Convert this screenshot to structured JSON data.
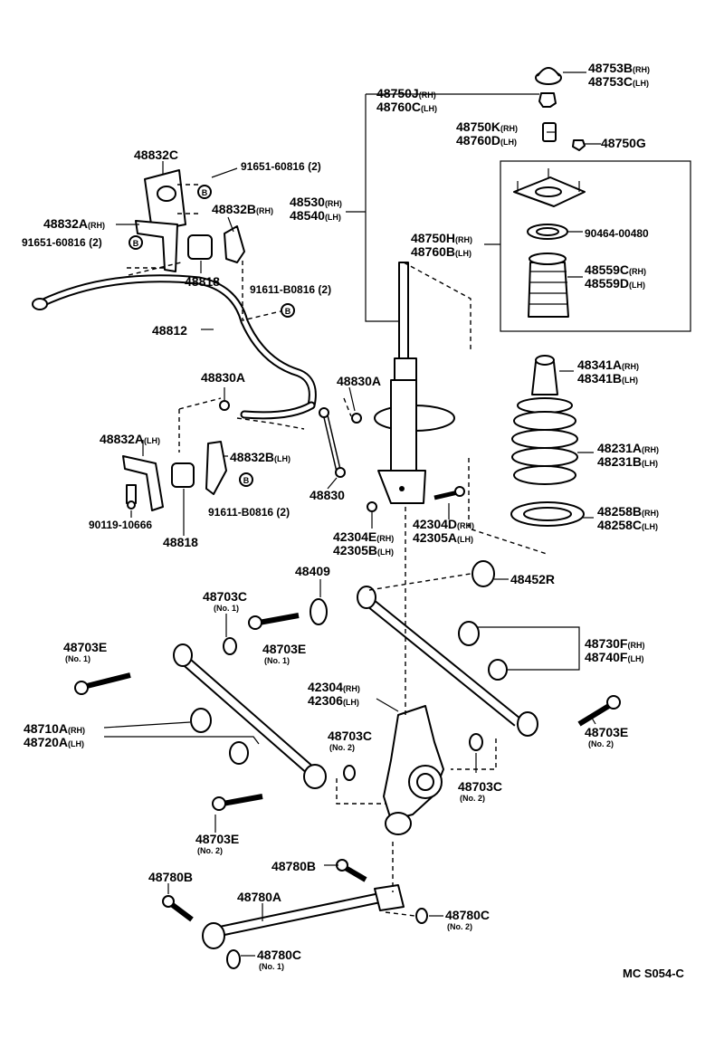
{
  "code": "MC S054-C",
  "labels": {
    "p48753B": "48753B",
    "p48753C": "48753C",
    "p48750J": "48750J",
    "p48760C": "48760C",
    "p48750K": "48750K",
    "p48760D": "48760D",
    "p48750G": "48750G",
    "p48832C": "48832C",
    "p91651a": "91651-60816 (2)",
    "p48832Brh": "48832B",
    "p48530": "48530",
    "p48540": "48540",
    "p48832Arh": "48832A",
    "p91651b": "91651-60816 (2)",
    "p48818a": "48818",
    "p91611a": "91611-B0816 (2)",
    "p48750H": "48750H",
    "p48760B": "48760B",
    "p90464": "90464-00480",
    "p48559C": "48559C",
    "p48559D": "48559D",
    "p48812": "48812",
    "p48830Aa": "48830A",
    "p48830Ab": "48830A",
    "p48341A": "48341A",
    "p48341B": "48341B",
    "p48832Alh": "48832A",
    "p48832Blh": "48832B",
    "p48231A": "48231A",
    "p48231B": "48231B",
    "p48830": "48830",
    "p90119": "90119-10666",
    "p91611b": "91611-B0816 (2)",
    "p42304E": "42304E",
    "p42305B": "42305B",
    "p42304D": "42304D",
    "p42305A": "42305A",
    "p48258B": "48258B",
    "p48258C": "48258C",
    "p48818b": "48818",
    "p48409": "48409",
    "p48452R": "48452R",
    "p48703Ca": "48703C",
    "p48703Ea": "48703E",
    "p48703Eb": "48703E",
    "p48730F": "48730F",
    "p48740F": "48740F",
    "p42304": "42304",
    "p42306": "42306",
    "p48710A": "48710A",
    "p48720A": "48720A",
    "p48703Ec": "48703E",
    "p48703Cb": "48703C",
    "p48703Cc": "48703C",
    "p48703Ed": "48703E",
    "p48780Ba": "48780B",
    "p48780Bb": "48780B",
    "p48780A": "48780A",
    "p48780Ca": "48780C",
    "p48780Cb": "48780C"
  },
  "suffix": {
    "rh": "(RH)",
    "lh": "(LH)",
    "rh2": "(RH)",
    "lh2": "(LH)",
    "no1": "(No. 1)",
    "no2": "(No. 2)"
  },
  "marker": "B"
}
